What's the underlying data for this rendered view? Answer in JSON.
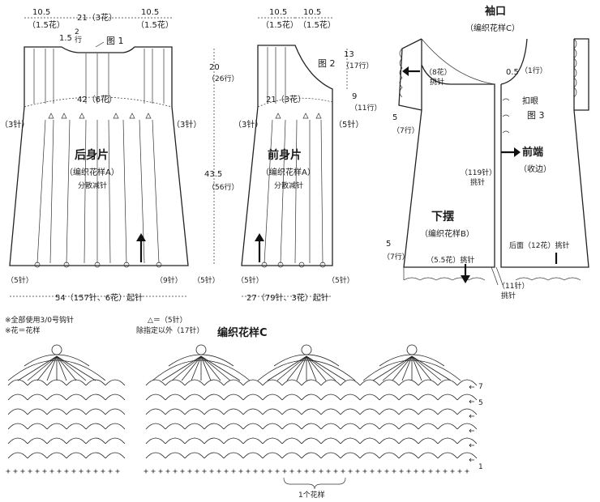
{
  "top": {
    "w_left": "10.5",
    "w_left_sub": "（1.5花）",
    "w_mid": "21（3花）",
    "w_right": "10.5",
    "w_right_sub": "（1.5花）",
    "neck_gap": "1.5",
    "neck_rows_num": "2",
    "neck_rows_unit": "行",
    "fig1": "图 1"
  },
  "back": {
    "h_upper": "20",
    "h_upper_sub": "（26行）",
    "h_total": "43.5",
    "h_total_sub": "（56行）",
    "mid_width": "42（6花）",
    "dec_left": "（3针）",
    "dec_right": "（3针）",
    "name": "后身片",
    "pattern": "（编织花样A）",
    "dec_note": "分散减针",
    "st_5": "（5针）",
    "st_9": "（9针）",
    "bottom_dim": "54（157针、6花）起针"
  },
  "front": {
    "w_left": "10.5",
    "w_left_sub": "（1.5花）",
    "w_right": "10.5",
    "w_right_sub": "（1.5花）",
    "rows_13": "13",
    "rows_13_sub": "（17行）",
    "rows_9": "9",
    "rows_9_sub": "（11行）",
    "fig2": "图 2",
    "mid_width": "21（3花）",
    "dec_left": "（3针）",
    "dec_right": "（5针）",
    "name": "前身片",
    "pattern": "（编织花样A）",
    "dec_note": "分散减针",
    "st_5": "（5针）",
    "bottom_dim": "27（79针、3花）起针"
  },
  "notes": {
    "line1": "※全部使用3/0号钩针",
    "line2": "※花＝花样",
    "tri": "△＝（5针）",
    "tri_sub": "除指定以外（17针）"
  },
  "sleeve": {
    "title": "袖口",
    "pattern": "（编织花样C）",
    "flowers": "（8花）",
    "pickup": "挑针",
    "d05": "0.5",
    "d05_sub": "（1行）",
    "buttonhole": "扣眼",
    "fig3": "图 3",
    "d5": "5",
    "d5_sub": "（7行）",
    "front_edge": "前端",
    "front_edge_sub": "（收边）",
    "st119": "（119针）",
    "st119_sub": "挑针",
    "hem": "下摆",
    "hem_pattern": "（编织花样B）",
    "back_side": "后面（12花）挑针",
    "hem_d5": "5",
    "hem_d5_sub": "（7行）",
    "fl55": "（5.5花）挑针",
    "st11": "（11针）",
    "st11_sub": "挑针"
  },
  "chartC": {
    "title": "编织花样C",
    "row7": "7",
    "row5": "5",
    "row1": "1",
    "repeat": "1个花样"
  }
}
